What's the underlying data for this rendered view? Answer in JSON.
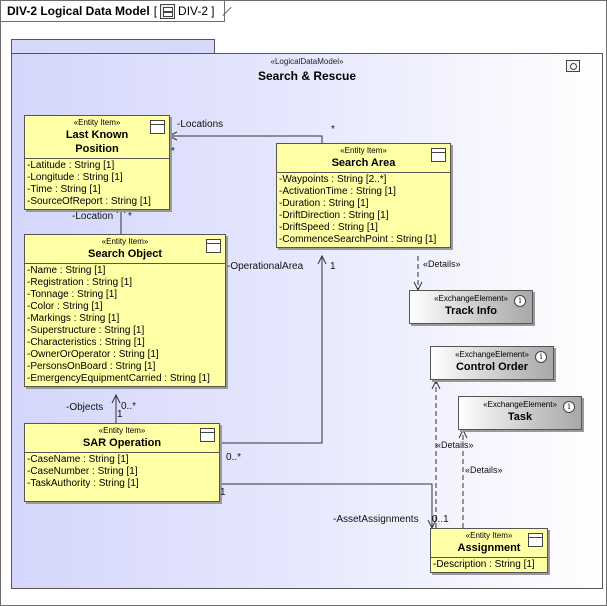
{
  "frame": {
    "title": "DIV-2 Logical Data Model",
    "bracket_open": "[",
    "diagram_ref": "DIV-2",
    "bracket_close": "]"
  },
  "package": {
    "stereotype": "«LogicalDataModel»",
    "name": "Search & Rescue"
  },
  "classes": {
    "last_known_position": {
      "stereotype": "«Entity Item»",
      "name": "Last Known Position",
      "attrs": [
        "-Latitude : String [1]",
        "-Longitude : String [1]",
        "-Time : String [1]",
        "-SourceOfReport : String [1]"
      ]
    },
    "search_area": {
      "stereotype": "«Entity Item»",
      "name": "Search Area",
      "attrs": [
        "-Waypoints : String [2..*]",
        "-ActivationTime : String [1]",
        "-Duration : String [1]",
        "-DriftDirection : String [1]",
        "-DriftSpeed : String [1]",
        "-CommenceSearchPoint : String [1]"
      ]
    },
    "search_object": {
      "stereotype": "«Entity Item»",
      "name": "Search Object",
      "attrs": [
        "-Name : String [1]",
        "-Registration : String [1]",
        "-Tonnage : String [1]",
        "-Color : String [1]",
        "-Markings : String [1]",
        "-Superstructure : String [1]",
        "-Characteristics : String [1]",
        "-OwnerOrOperator : String [1]",
        "-PersonsOnBoard : String [1]",
        "-EmergencyEquipmentCarried : String [1]"
      ]
    },
    "sar_operation": {
      "stereotype": "«Entity Item»",
      "name": "SAR Operation",
      "attrs": [
        "-CaseName : String [1]",
        "-CaseNumber : String [1]",
        "-TaskAuthority : String [1]"
      ]
    },
    "assignment": {
      "stereotype": "«Entity Item»",
      "name": "Assignment",
      "attrs": [
        "-Description : String [1]"
      ]
    }
  },
  "exchange": {
    "track_info": {
      "stereotype": "«ExchangeElement»",
      "name": "Track Info"
    },
    "control_order": {
      "stereotype": "«ExchangeElement»",
      "name": "Control Order"
    },
    "task": {
      "stereotype": "«ExchangeElement»",
      "name": "Task"
    }
  },
  "labels": {
    "locations_role": "-Locations",
    "locations_mult_sa": "*",
    "locations_mult_lkp": "*",
    "location_role": "-Location",
    "location_mult": "*",
    "operational_area_role": "-OperationalArea",
    "operational_area_mult": "1",
    "sar_op_mult_top": "0..*",
    "objects_role": "-Objects",
    "objects_mult": "0..*",
    "objects_mult_one": "1",
    "sar_op_mult_right": "1",
    "asset_assignments_role": "-AssetAssignments",
    "asset_assignments_mult": "0..1",
    "details_1": "«Details»",
    "details_2": "«Details»",
    "details_3": "«Details»"
  },
  "colors": {
    "entity_fill": "#ffffa5",
    "package_fill": "#d4d6fb",
    "exchange_fill": "#c8c8c8"
  }
}
